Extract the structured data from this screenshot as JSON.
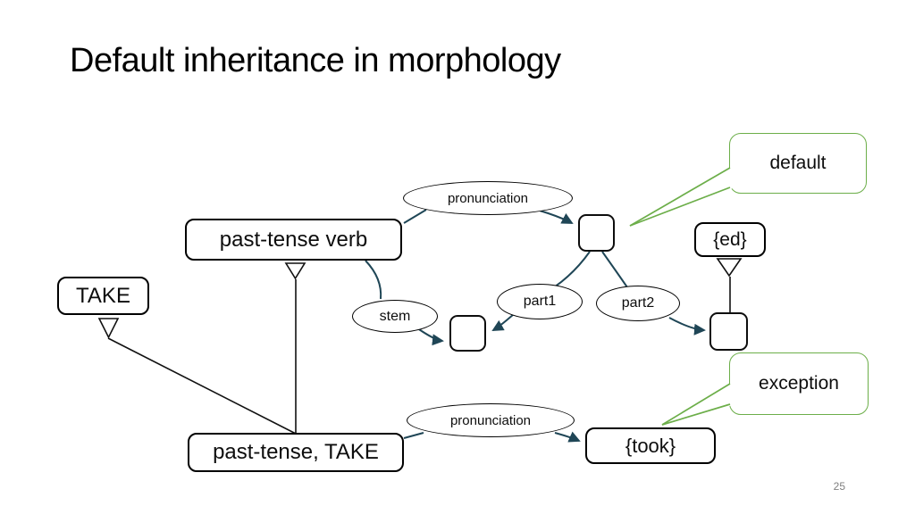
{
  "slide": {
    "title": "Default inheritance in morphology",
    "page_number": "25"
  },
  "diagram": {
    "boxes": {
      "past_tense_verb": {
        "label": "past-tense verb"
      },
      "take": {
        "label": "TAKE"
      },
      "past_tense_take": {
        "label": "past-tense, TAKE"
      },
      "ed": {
        "label": "{ed}"
      },
      "took": {
        "label": "{took}"
      }
    },
    "ellipses": {
      "pronunciation_top": {
        "label": "pronunciation"
      },
      "stem": {
        "label": "stem"
      },
      "part1": {
        "label": "part1"
      },
      "part2": {
        "label": "part2"
      },
      "pronunciation_bottom": {
        "label": "pronunciation"
      }
    },
    "callouts": {
      "default": {
        "label": "default"
      },
      "exception": {
        "label": "exception"
      }
    },
    "colors": {
      "callout_green": "#6cae49",
      "connector_teal": "#1f4656"
    }
  }
}
